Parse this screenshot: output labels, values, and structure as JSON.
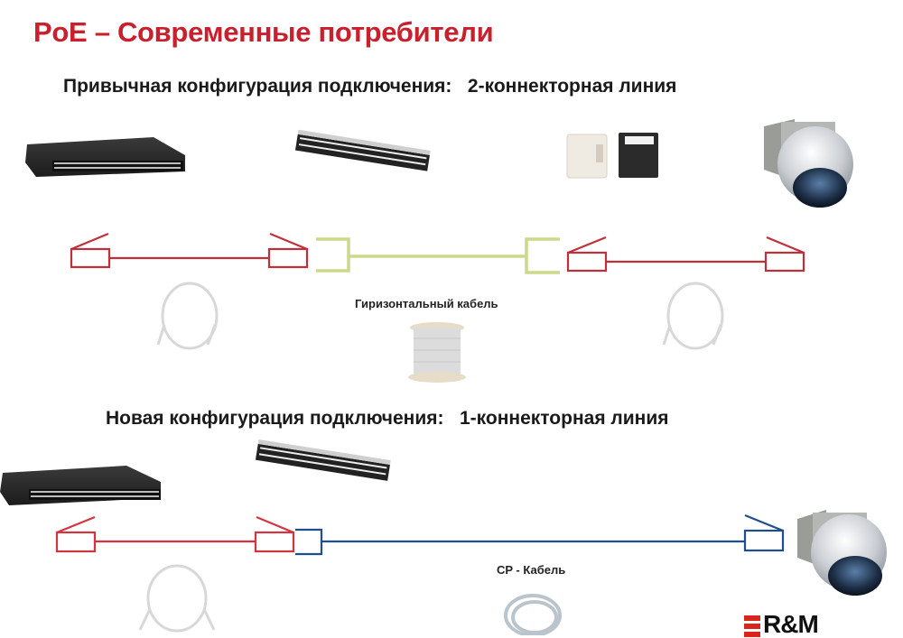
{
  "slide": {
    "title": "PoE – Современные потребители",
    "section_old": {
      "heading": "Привычная конфигурация подключения:   2-коннекторная линия",
      "cable_label": "Гиризонтальный кабель",
      "devices": [
        "switch",
        "patch-panel",
        "wall-outlet",
        "dome-camera"
      ]
    },
    "section_new": {
      "heading": "Новая конфигурация подключения:   1-коннекторная линия",
      "cable_label": "CP - Кабель",
      "devices": [
        "switch",
        "patch-panel",
        "dome-camera"
      ]
    },
    "logo_text": "R&M"
  },
  "colors": {
    "title": "#c8202c",
    "patch_cord": "#c0303a",
    "horizontal_cable": "#cdd98a",
    "cp_cable": "#1f4e8c",
    "logo_red": "#d9261c"
  }
}
